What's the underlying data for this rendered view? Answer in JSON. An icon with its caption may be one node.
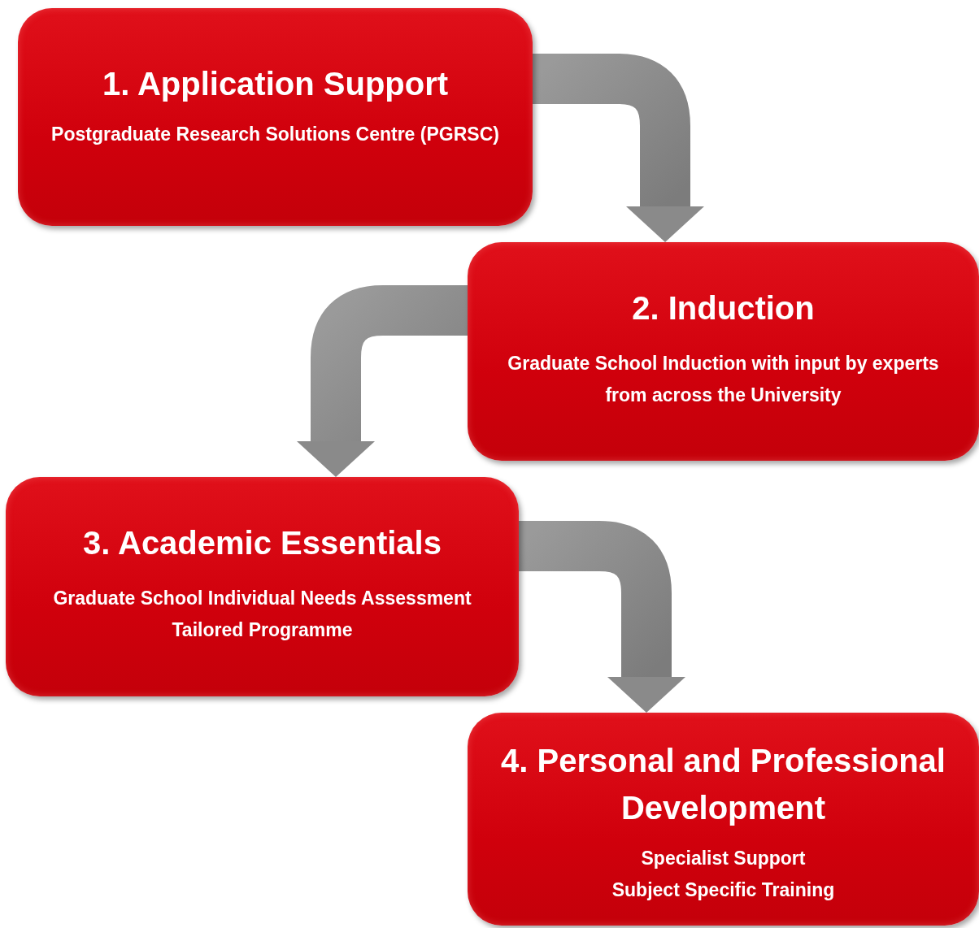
{
  "diagram": {
    "nodes": [
      {
        "text": [
          "1. Application Support",
          "Postgraduate Research Solutions Centre (PGRSC)"
        ]
      },
      {
        "text": [
          "2. Induction",
          "Graduate School Induction with input by experts from across the University"
        ]
      },
      {
        "text": [
          "3. Academic Essentials",
          "Graduate School Individual Needs Assessment",
          "Tailored Programme"
        ]
      },
      {
        "text": [
          "4. Personal and Professional Development",
          "Specialist Support",
          "Subject Specific Training"
        ]
      }
    ],
    "edges": [
      {
        "from": 0,
        "to": 1,
        "arrow": "to"
      },
      {
        "from": 1,
        "to": 2,
        "arrow": "to"
      },
      {
        "from": 2,
        "to": 3,
        "arrow": "to"
      }
    ]
  }
}
